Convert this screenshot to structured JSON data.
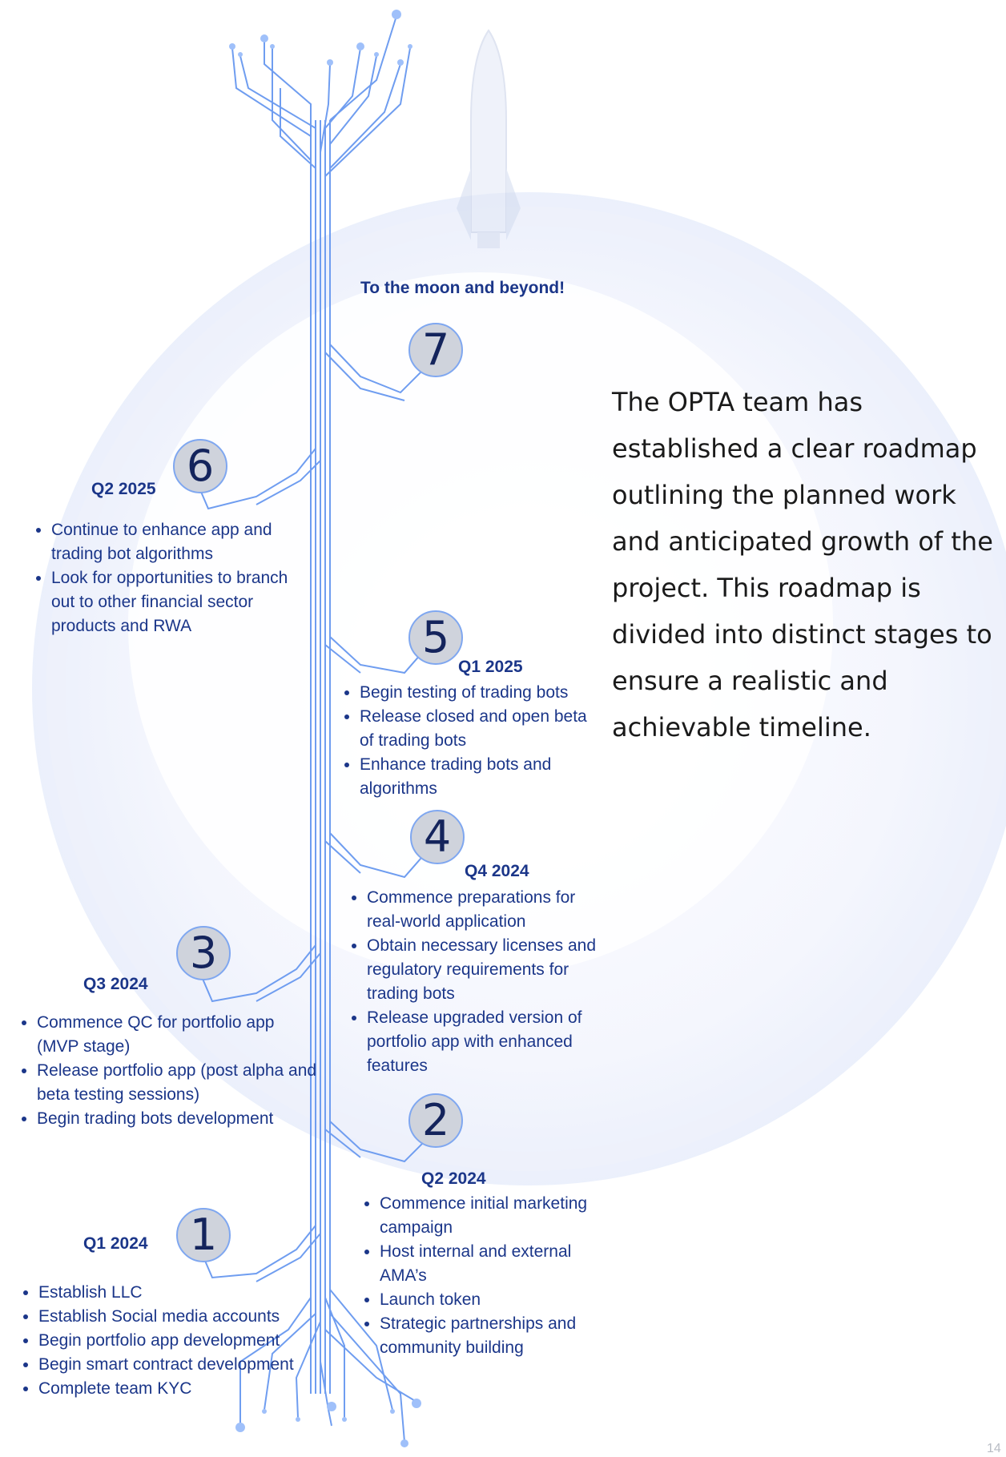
{
  "tagline": "To the moon and beyond!",
  "description": "The OPTA team has established a clear roadmap outlining the planned work and anticipated growth of the project. This roadmap is divided into distinct stages to ensure a realistic and achievable timeline.",
  "page_number": "14",
  "stages": [
    {
      "number": "1",
      "period": "Q1 2024",
      "items": [
        "Establish LLC",
        "Establish Social media accounts",
        "Begin portfolio app development",
        "Begin smart contract development",
        "Complete team KYC"
      ]
    },
    {
      "number": "2",
      "period": "Q2 2024",
      "items": [
        "Commence initial marketing campaign",
        "Host internal and external AMA’s",
        "Launch token",
        "Strategic partnerships and community building"
      ]
    },
    {
      "number": "3",
      "period": "Q3 2024",
      "items": [
        "Commence QC for portfolio app (MVP stage)",
        "Release portfolio app (post alpha and beta testing sessions)",
        "Begin trading bots development"
      ]
    },
    {
      "number": "4",
      "period": "Q4 2024",
      "items": [
        "Commence preparations for real-world application",
        "Obtain necessary licenses and regulatory requirements for trading bots",
        "Release upgraded version of portfolio app with enhanced features"
      ]
    },
    {
      "number": "5",
      "period": "Q1 2025",
      "items": [
        "Begin testing of trading bots",
        "Release closed and open beta of trading bots",
        "Enhance trading bots and algorithms"
      ]
    },
    {
      "number": "6",
      "period": "Q2 2025",
      "items": [
        "Continue to enhance app and trading bot algorithms",
        "Look for opportunities to branch out to other financial sector products and RWA"
      ]
    },
    {
      "number": "7",
      "period": "",
      "items": []
    }
  ],
  "colors": {
    "circuit": "#6f9df0",
    "text": "#1b3689",
    "badge": "#cfd3dc"
  }
}
